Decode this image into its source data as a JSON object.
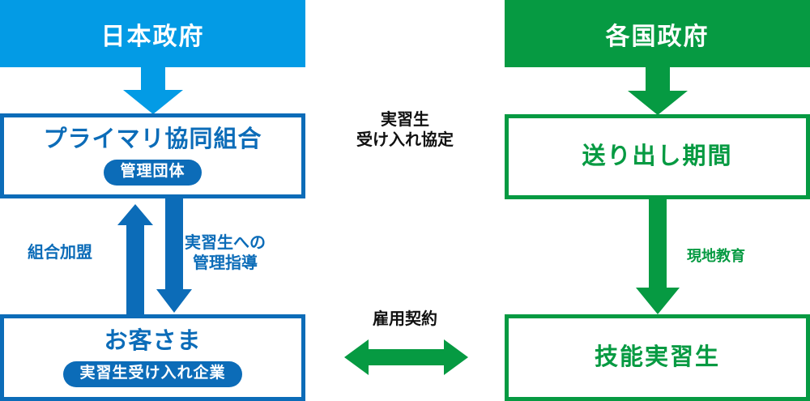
{
  "diagram": {
    "title_visible": false,
    "colors": {
      "light_blue": "#039BE5",
      "dark_blue": "#0C6CB8",
      "green": "#069A42",
      "white": "#FFFFFF",
      "black": "#111111"
    },
    "left_column": {
      "banner": {
        "label": "日本政府"
      },
      "arrow_down_label": "",
      "org_box": {
        "title": "プライマリ協同組合",
        "badge": "管理団体"
      },
      "connector_up_label": "組合加盟",
      "connector_down_label": "実習生への\n管理指導",
      "company_box": {
        "title": "お客さま",
        "badge": "実習生受け入れ企業"
      }
    },
    "right_column": {
      "banner": {
        "label": "各国政府"
      },
      "sending_box": {
        "title": "送り出し期間"
      },
      "connector_down_label": "現地教育",
      "trainee_box": {
        "title": "技能実習生"
      }
    },
    "center": {
      "top_label": "実習生\n受け入れ協定",
      "bottom_label": "雇用契約"
    }
  }
}
